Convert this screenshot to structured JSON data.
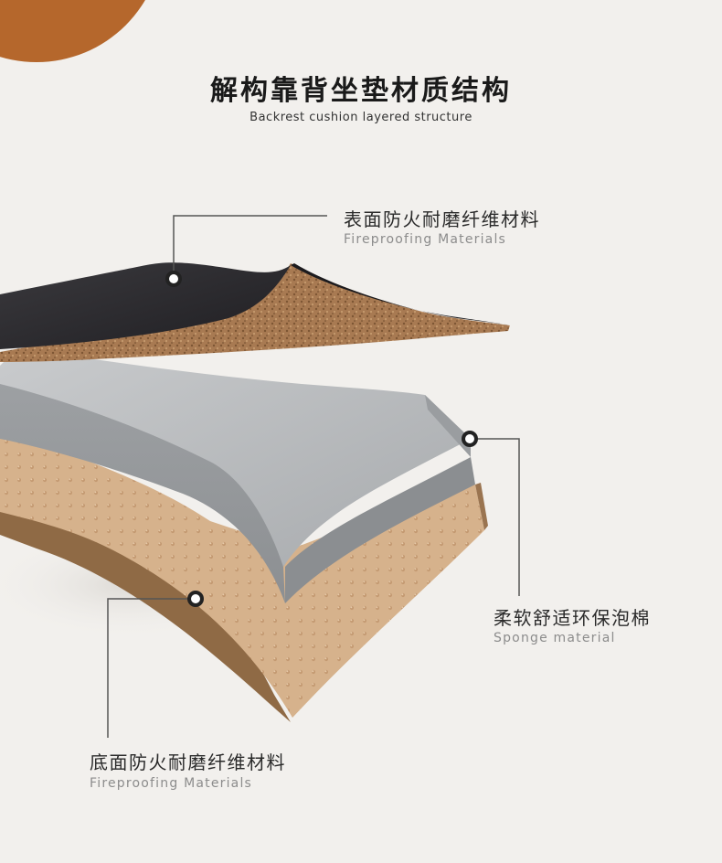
{
  "header": {
    "title": "解构靠背坐垫材质结构",
    "subtitle": "Backrest cushion layered structure"
  },
  "layers": [
    {
      "id": "top",
      "name_cn": "表面防火耐磨纤维材料",
      "name_en": "Fireproofing Materials"
    },
    {
      "id": "middle",
      "name_cn": "柔软舒适环保泡棉",
      "name_en": "Sponge material"
    },
    {
      "id": "bottom",
      "name_cn": "底面防火耐磨纤维材料",
      "name_en": "Fireproofing Materials"
    }
  ],
  "colors": {
    "background": "#f2f0ed",
    "accent_corner": "#b5672c",
    "top_fabric": "#2b2a2e",
    "cork": "#a97b54",
    "foam": "#b4b7b9",
    "bottom_fabric": "#d5b08a",
    "callout_line": "#555555"
  }
}
